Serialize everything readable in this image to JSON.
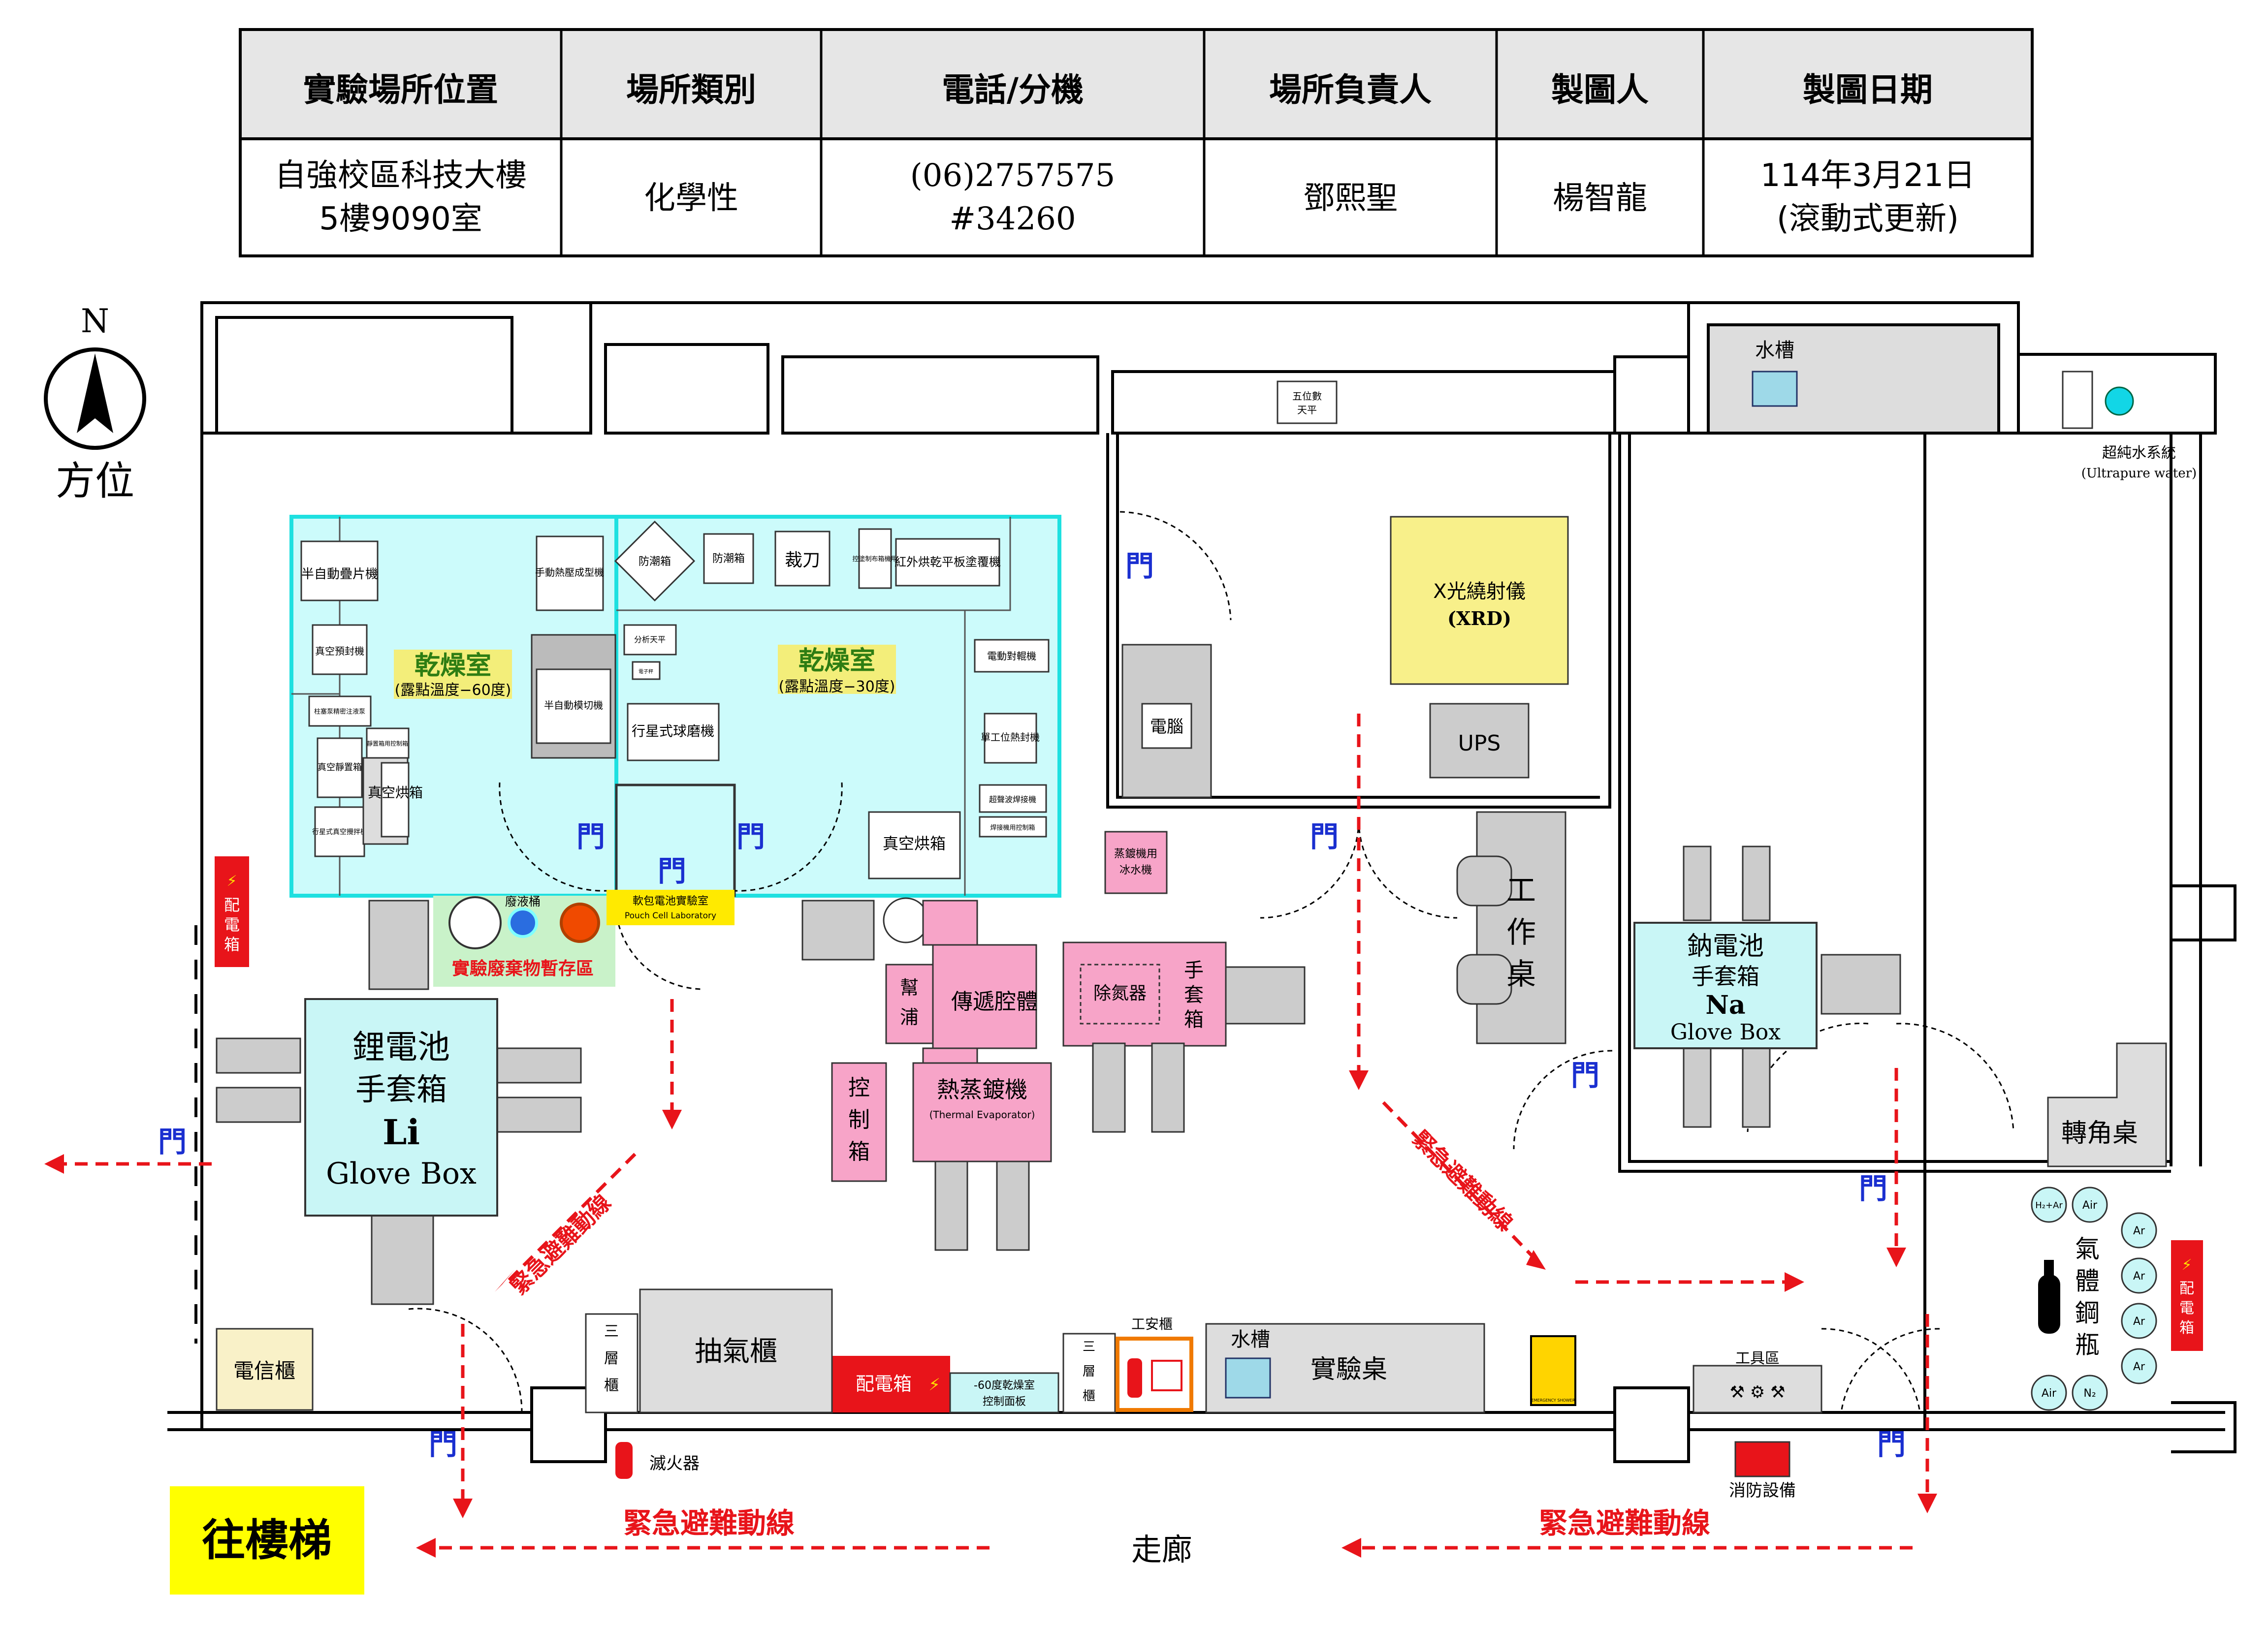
{
  "info_table": {
    "headers": [
      "實驗場所位置",
      "場所類別",
      "電話/分機",
      "場所負責人",
      "製圖人",
      "製圖日期"
    ],
    "location": [
      "自強校區科技大樓",
      "5樓9090室"
    ],
    "category": "化學性",
    "phone": [
      "(06)2757575",
      "#34260"
    ],
    "responsible": "鄧熙聖",
    "drafter": "楊智龍",
    "date": [
      "114年3月21日",
      "(滾動式更新)"
    ]
  },
  "compass": {
    "letter": "N",
    "label": "方位"
  },
  "rooms": {
    "dry_room_60": {
      "title": "乾燥室",
      "sub": "(露點溫度−60度)"
    },
    "dry_room_30": {
      "title": "乾燥室",
      "sub": "(露點溫度−30度)"
    }
  },
  "equipment": {
    "semi_auto_stacker": "半自動疊片機",
    "vacuum_presealer": "真空預封機",
    "injector": "柱塞泵精密注液泵",
    "vacuum_standing": "真空靜置箱",
    "planetary_mixer": "行星式真空攪拌機",
    "manual_press": "手動熱壓成型機",
    "semi_auto_cutter": "半自動模切機",
    "quiet_ctrl": "靜置箱用控制箱",
    "vacuum_oven_vert": "真空烘箱",
    "moisture_box_diamond": "防潮箱",
    "moisture_box": "防潮箱",
    "cutter": "裁刀",
    "coater_ctrl": "控塗制布箱機用",
    "ir_coater": "紅外烘乾平板塗覆機",
    "balance_analytic": "分析天平",
    "small_scale": "電子秤",
    "planetary_mill": "行星式球磨機",
    "electric_roller": "電動對輥機",
    "single_sealer": "單工位熱封機",
    "ultrasonic_welder": "超聲波焊接機",
    "welder_ctrl": "焊接機用控制箱",
    "vacuum_oven": "真空烘箱",
    "pouch_lab": "軟包電池實驗室",
    "pouch_lab_en": "Pouch Cell Laboratory",
    "waste_bucket": "廢液桶",
    "waste_area": "實驗廢棄物暫存區",
    "li_glovebox": [
      "鋰電池",
      "手套箱",
      "Li",
      "Glove Box"
    ],
    "pump": "幫浦",
    "transfer": "傳遞腔體",
    "deoxy": "除氮器",
    "glove_box_small": "手套箱",
    "control_box": "控制箱",
    "thermal_evap": "熱蒸鍍機",
    "thermal_evap_en": "(Thermal Evaporator)",
    "chiller": "蒸鍍機用冰水機",
    "balance5": "五位數天平",
    "computer": "電腦",
    "xrd": [
      "X光繞射儀",
      "(XRD)"
    ],
    "ups": "UPS",
    "work_table": "工作桌",
    "na_glovebox": [
      "鈉電池",
      "手套箱",
      "Na",
      "Glove Box"
    ],
    "sink_top": "水槽",
    "ultrapure": [
      "超純水系統",
      "(Ultrapure water)"
    ],
    "corner_table": "轉角桌",
    "gas_cylinders": "氣體鋼瓶",
    "cyl_labels": [
      "H₂+Ar",
      "Air",
      "Ar",
      "Ar",
      "Ar",
      "Ar",
      "Air",
      "N₂"
    ],
    "power_box": "配電箱",
    "telecom": "電信櫃",
    "three_shelf": "三層櫃",
    "fume_hood": "抽氣櫃",
    "dry_panel": [
      "-60度乾燥室",
      "控制面板"
    ],
    "safety_cabinet": "工安櫃",
    "sink_bottom": "水槽",
    "lab_bench": "實驗桌",
    "emergency_shower": "EMERGENCY SHOWER",
    "tool_area": "工具區",
    "fire_ext": "滅火器",
    "fire_equipment": "消防設備"
  },
  "labels": {
    "door": "門",
    "evac_route": "緊急避難動線",
    "corridor": "走廊",
    "to_stairs": "往樓梯"
  },
  "colors": {
    "dry_room": "#ccfbfb",
    "pink_equipment": "#f7a4c8",
    "xrd": "#f8f08a",
    "glovebox": "#c9f6f6",
    "evac": "#e8141a",
    "door": "#1a2fd0",
    "stairs": "#ffff00",
    "waste_area": "#c9f2c9"
  }
}
